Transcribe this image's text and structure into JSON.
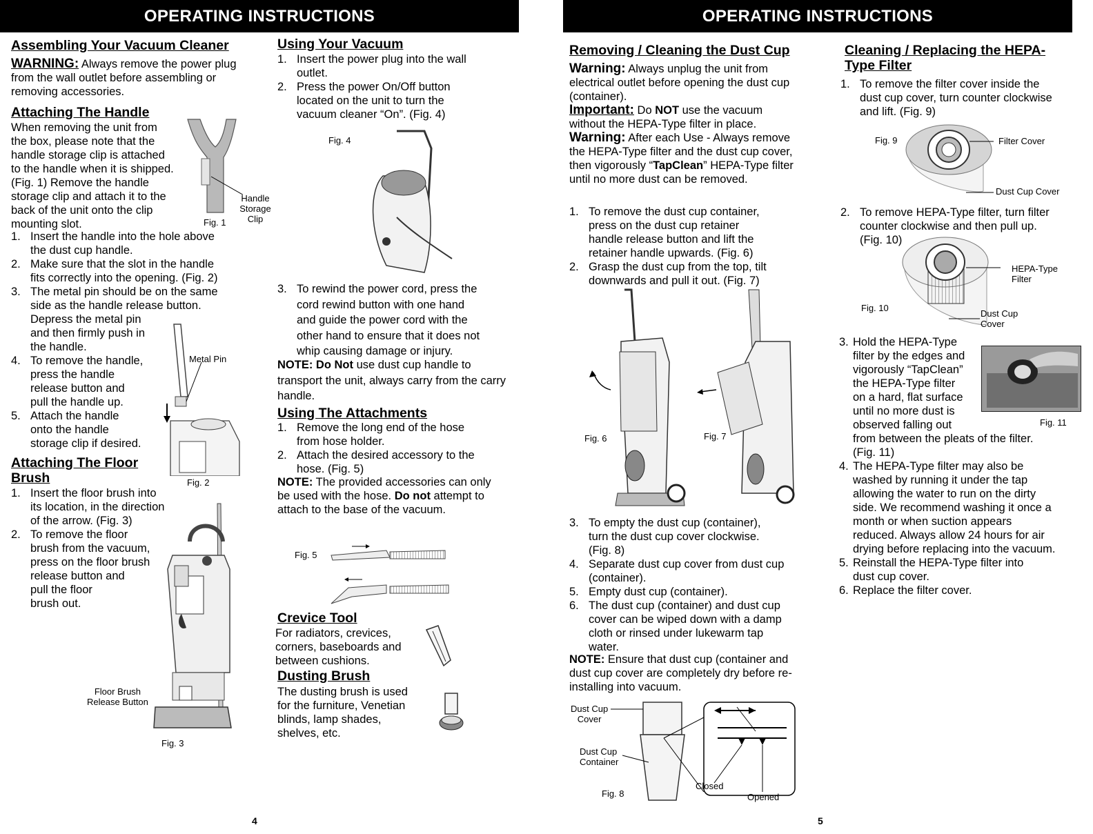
{
  "left": {
    "banner": "OPERATING INSTRUCTIONS",
    "page_number": "4",
    "assembling": {
      "heading": "Assembling Your Vacuum Cleaner",
      "warning_label": "WARNING:",
      "warning_text": " Always remove the power plug from the wall outlet before assembling or removing accessories."
    },
    "attach_handle": {
      "heading": "Attaching The Handle",
      "intro_lines": [
        "When removing the unit from",
        "the box, please note that the",
        "handle storage clip is attached",
        "to the handle when it is shipped.",
        "(Fig. 1) Remove the handle",
        "storage clip and attach it to the",
        "back of the unit onto the clip",
        "mounting slot."
      ],
      "steps": [
        {
          "num": "1.",
          "lines": [
            "Insert the handle into the hole above",
            "the dust cup handle."
          ]
        },
        {
          "num": "2.",
          "lines": [
            "Make sure that the slot in the handle",
            "fits correctly into the opening. (Fig. 2)"
          ]
        },
        {
          "num": "3.",
          "lines": [
            "The metal pin should be on the same",
            "side as the handle release button.",
            "Depress the metal pin",
            "and then firmly push in",
            "the handle."
          ]
        },
        {
          "num": "4.",
          "lines": [
            "To remove the handle,",
            "press the handle",
            "release button and",
            "pull the handle up."
          ]
        },
        {
          "num": "5.",
          "lines": [
            "Attach the handle",
            "onto the handle",
            "storage clip if desired."
          ]
        }
      ],
      "fig1_label": "Fig. 1",
      "fig1_callout": [
        "Handle",
        "Storage",
        "Clip"
      ],
      "fig2_label": "Fig. 2",
      "fig2_callout": "Metal Pin"
    },
    "floor_brush": {
      "heading_lines": [
        "Attaching The Floor",
        "Brush"
      ],
      "steps": [
        {
          "num": "1.",
          "lines": [
            "Insert the floor brush into",
            "its location, in the direction",
            "of the arrow. (Fig. 3)"
          ]
        },
        {
          "num": "2.",
          "lines": [
            "To remove the floor",
            "brush from the vacuum,",
            "press on the floor brush",
            "release button and",
            "pull the floor",
            "brush out."
          ]
        }
      ],
      "fig3_label": "Fig. 3",
      "fig3_callout": [
        "Floor Brush",
        "Release Button"
      ]
    },
    "using_vacuum": {
      "heading": "Using Your Vacuum",
      "steps": [
        {
          "num": "1.",
          "lines": [
            "Insert the power plug into the wall",
            "outlet."
          ]
        },
        {
          "num": "2.",
          "lines": [
            "Press the power On/Off button",
            "located on the unit to turn the",
            "vacuum cleaner “On”. (Fig. 4)"
          ]
        },
        {
          "num": "3.",
          "lines": [
            "To rewind the power cord, press the",
            "cord rewind button with one hand",
            "and guide the power cord with the",
            "other hand to ensure that it does not",
            "whip causing damage or injury."
          ]
        }
      ],
      "fig4_label": "Fig. 4",
      "note_label": "NOTE: Do Not",
      "note_text": " use dust cup handle to transport the unit, always carry from the carry handle."
    },
    "attachments": {
      "heading": "Using The Attachments",
      "steps": [
        {
          "num": "1.",
          "lines": [
            "Remove the long end of the hose",
            "from hose holder."
          ]
        },
        {
          "num": "2.",
          "lines": [
            "Attach the desired accessory to the",
            "hose. (Fig. 5)"
          ]
        }
      ],
      "note_label": "NOTE:",
      "note_text": " The provided accessories can only be used with the hose. ",
      "note_bold": "Do not",
      "note_tail": " attempt to attach to the base of the vacuum.",
      "fig5_label": "Fig. 5"
    },
    "crevice": {
      "heading": "Crevice Tool",
      "lines": [
        "For radiators, crevices,",
        "corners, baseboards and",
        "between cushions."
      ]
    },
    "dusting": {
      "heading": "Dusting Brush",
      "lines": [
        "The dusting brush is used",
        "for the furniture, Venetian",
        "blinds, lamp shades,",
        "shelves, etc."
      ]
    }
  },
  "right": {
    "banner": "OPERATING INSTRUCTIONS",
    "page_number": "5",
    "dust_cup": {
      "heading": "Removing / Cleaning the Dust Cup",
      "warning1_label": "Warning:",
      "warning1_text": " Always unplug the unit from electrical outlet before opening the dust cup (container).",
      "important_label": "Important:",
      "important_pre": " Do ",
      "important_not": "NOT",
      "important_text": " use the vacuum without the HEPA-Type filter in place.",
      "warning2_label": "Warning:",
      "warning2_text": " After each Use - Always remove the HEPA-Type filter and the dust cup cover, then vigorously “",
      "tapclean": "TapClean",
      "warning2_tail": "” HEPA-Type filter until no more dust can be removed.",
      "steps_a": [
        {
          "num": "1.",
          "lines": [
            "To remove the dust cup container,",
            "press on the dust cup retainer",
            "handle release button and lift the",
            "retainer handle upwards. (Fig. 6)"
          ]
        },
        {
          "num": "2.",
          "lines": [
            "Grasp the dust cup from the top, tilt",
            "downwards and pull it out. (Fig. 7)"
          ]
        }
      ],
      "fig6_label": "Fig. 6",
      "fig7_label": "Fig. 7",
      "steps_b": [
        {
          "num": "3.",
          "lines": [
            "To empty the dust cup (container),",
            "turn the dust cup cover clockwise.",
            "(Fig. 8)"
          ]
        },
        {
          "num": "4.",
          "lines": [
            "Separate dust cup cover from dust cup",
            "(container)."
          ]
        },
        {
          "num": "5.",
          "lines": [
            "Empty dust cup (container)."
          ]
        },
        {
          "num": "6.",
          "lines": [
            "The dust cup (container) and dust cup",
            "cover can be wiped down with a damp",
            "cloth or rinsed under lukewarm tap",
            "water."
          ]
        }
      ],
      "note_label": "NOTE:",
      "note_text": " Ensure that dust cup (container and dust cup cover are completely dry before re-installing into vacuum.",
      "fig8_label": "Fig. 8",
      "fig8_cover": [
        "Dust Cup",
        "Cover"
      ],
      "fig8_container": [
        "Dust Cup",
        "Container"
      ],
      "fig8_closed": "Closed",
      "fig8_opened": "Opened"
    },
    "hepa": {
      "heading_lines": [
        "Cleaning / Replacing the HEPA-",
        "Type Filter"
      ],
      "step1": {
        "num": "1.",
        "lines": [
          "To remove the filter cover inside the",
          "dust cup cover, turn counter clockwise",
          "and lift. (Fig. 9)"
        ]
      },
      "fig9_label": "Fig. 9",
      "fig9_filter_cover": "Filter Cover",
      "fig9_dust_cup_cover": "Dust Cup Cover",
      "step2": {
        "num": "2.",
        "lines": [
          "To remove HEPA-Type filter, turn filter",
          "counter clockwise and then pull up.",
          "(Fig. 10)"
        ]
      },
      "fig10_label": "Fig. 10",
      "fig10_filter": [
        "HEPA-Type",
        "Filter"
      ],
      "fig10_cover": [
        "Dust Cup",
        "Cover"
      ],
      "steps_rest": [
        {
          "num": "3.",
          "lines": [
            "Hold the HEPA-Type",
            "filter by the edges and",
            "vigorously “TapClean”",
            "the HEPA-Type filter",
            "on a hard, flat surface",
            "until no more dust is",
            "observed falling out",
            "from between the pleats of the filter.",
            "(Fig. 11)"
          ]
        },
        {
          "num": "4.",
          "lines": [
            "The HEPA-Type filter may also be",
            "washed by running it under the tap",
            "allowing the water to run on the dirty",
            "side.  We recommend washing it  once a",
            "month or when suction appears",
            "reduced. Always allow 24 hours for air",
            "drying before replacing into the vacuum."
          ]
        },
        {
          "num": "5.",
          "lines": [
            "Reinstall the HEPA-Type filter into",
            "dust cup cover."
          ]
        },
        {
          "num": "6.",
          "lines": [
            "Replace the filter cover."
          ]
        }
      ],
      "fig11_label": "Fig. 11"
    }
  }
}
